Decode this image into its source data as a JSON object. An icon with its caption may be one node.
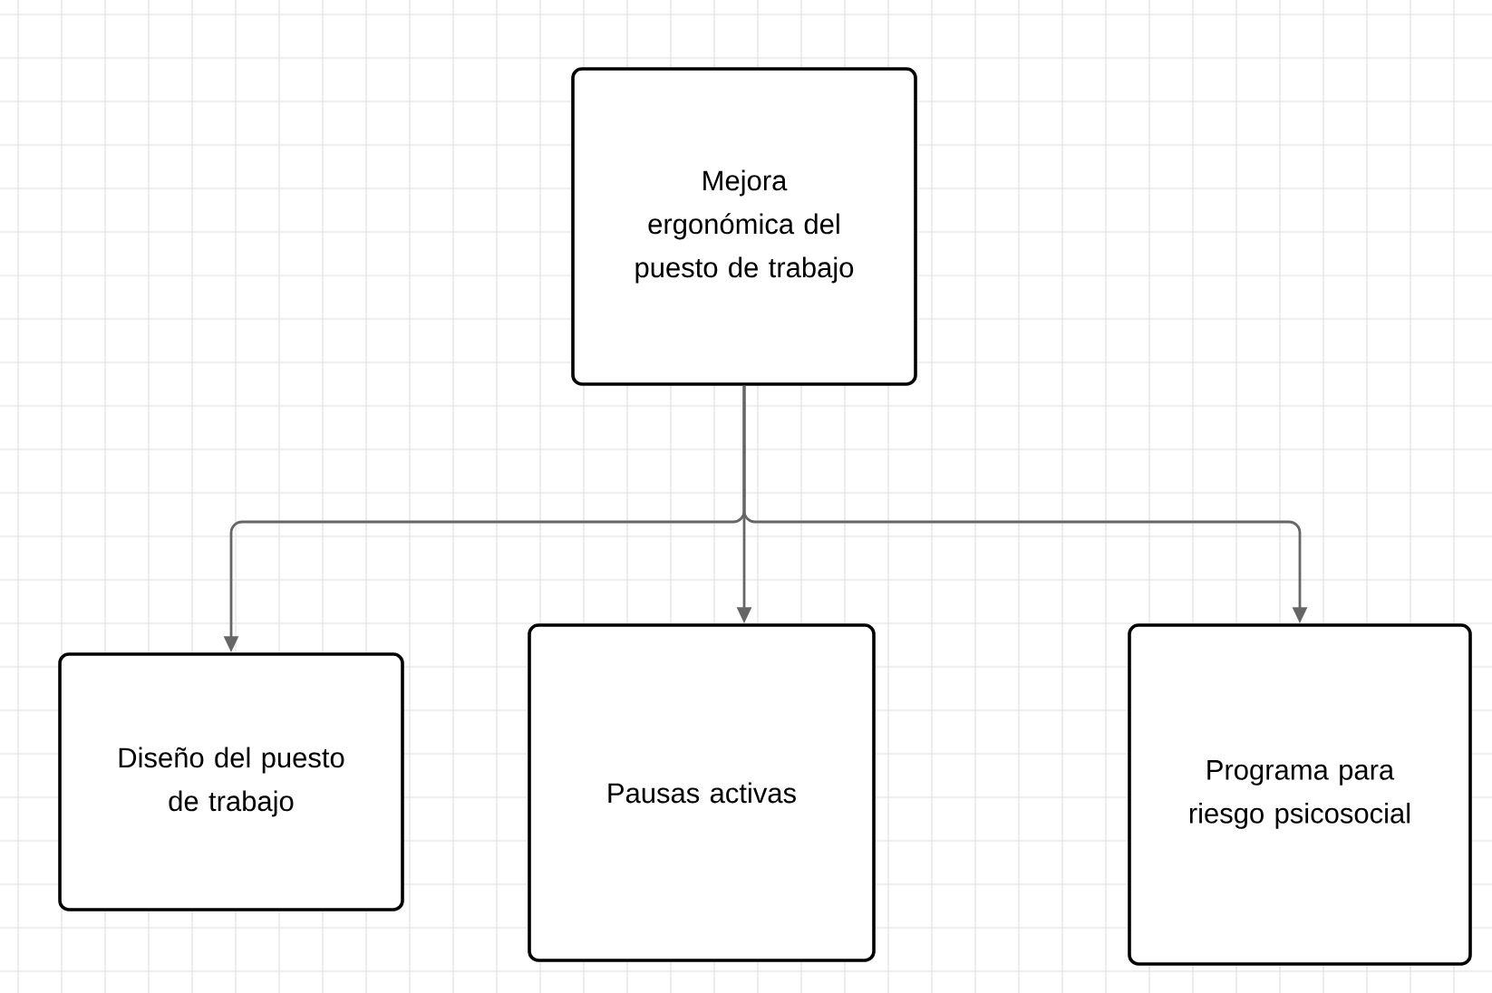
{
  "diagram": {
    "nodes": [
      {
        "text": [
          "Mejora ergonómica del puesto de trabajo"
        ]
      },
      {
        "text": [
          "Diseño del puesto de trabajo"
        ]
      },
      {
        "text": [
          "Pausas activas"
        ]
      },
      {
        "text": [
          "Programa para riesgo psicosocial"
        ]
      }
    ],
    "edges": [
      {
        "from": 0,
        "to": 1,
        "arrow": "to"
      },
      {
        "from": 0,
        "to": 2,
        "arrow": "to"
      },
      {
        "from": 0,
        "to": 3,
        "arrow": "to"
      }
    ]
  }
}
